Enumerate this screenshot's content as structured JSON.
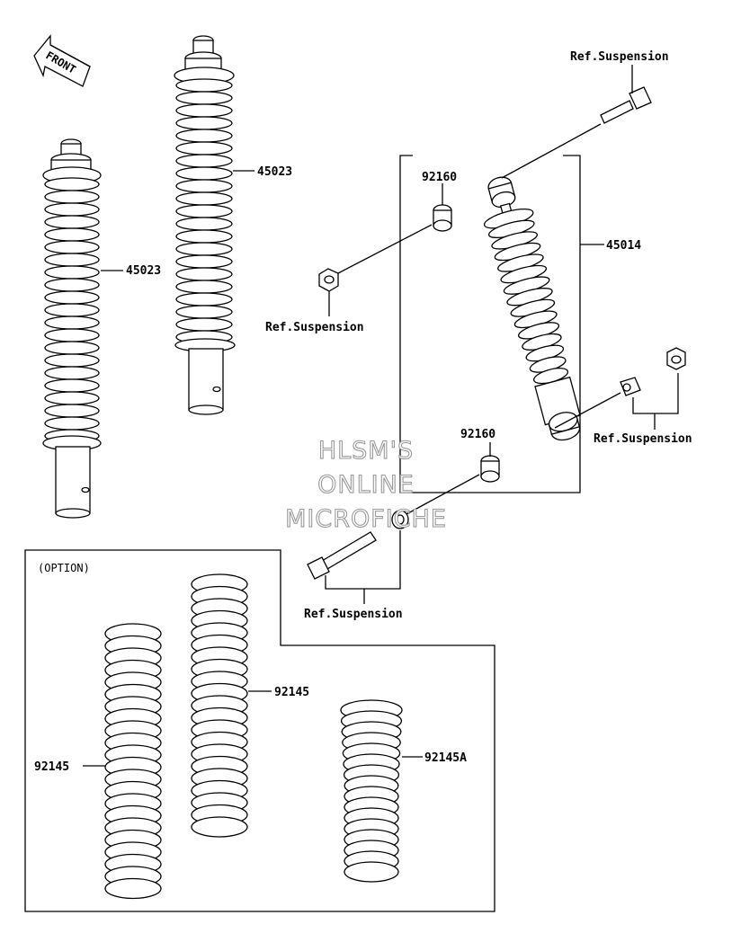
{
  "orientation": {
    "arrow_label": "FRONT"
  },
  "labels": {
    "shock_left": "45023",
    "shock_middle": "45023",
    "shock_right": "45014",
    "collar_top": "92160",
    "collar_bottom": "92160",
    "ref_top_right": "Ref.Suspension",
    "ref_left_nut": "Ref.Suspension",
    "ref_right_nut": "Ref.Suspension",
    "ref_bottom_bolt": "Ref.Suspension"
  },
  "option_box": {
    "title": "(OPTION)",
    "spring_left": "92145",
    "spring_middle": "92145",
    "spring_right": "92145A"
  },
  "watermark": {
    "line1": "HLSM'S",
    "line2": "ONLINE",
    "line3": "MICROFICHE"
  }
}
